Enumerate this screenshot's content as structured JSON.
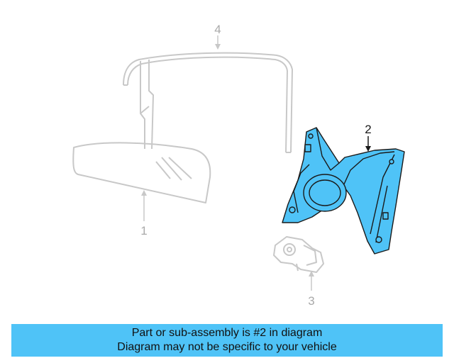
{
  "colors": {
    "faded": "#c8c8c8",
    "faded_text": "#a9a9a9",
    "highlight_fill": "#4fc3f7",
    "outline": "#1a1a1a",
    "banner": "#4fc3f7"
  },
  "callouts": {
    "part1": "1",
    "part2": "2",
    "part3": "3",
    "part4": "4"
  },
  "banner": {
    "line1": "Part or sub-assembly is #2 in diagram",
    "line2": "Diagram may not be specific to your vehicle"
  }
}
